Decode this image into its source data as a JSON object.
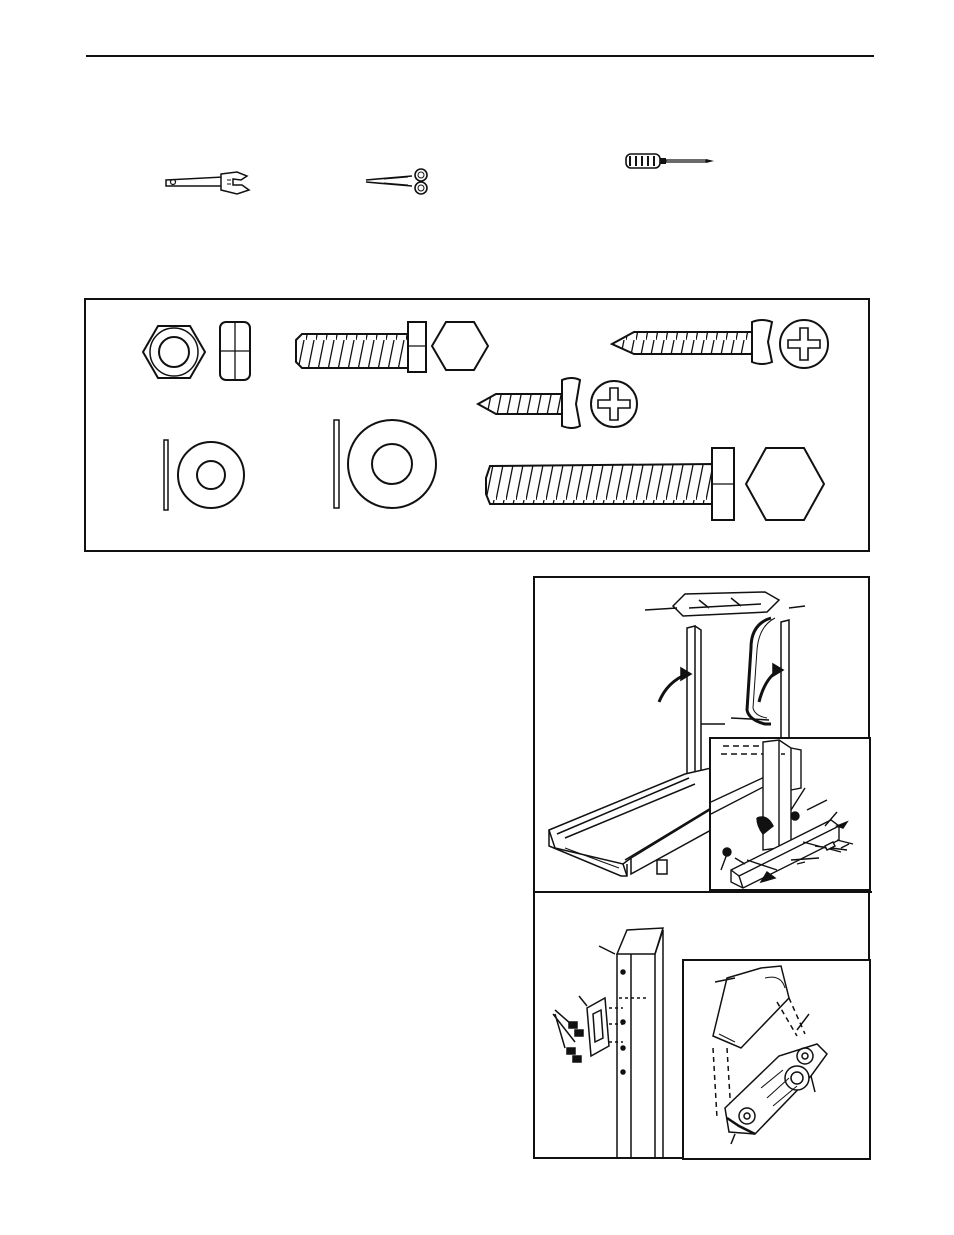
{
  "page": {
    "tools": [
      {
        "name": "adjustable-wrench",
        "icon": "wrench-icon"
      },
      {
        "name": "scissors",
        "icon": "scissors-icon"
      },
      {
        "name": "phillips-screwdriver",
        "icon": "screwdriver-icon"
      }
    ],
    "hardware": [
      {
        "name": "nut",
        "icon": "hex-nut-icon"
      },
      {
        "name": "hex-bolt-short",
        "icon": "hex-bolt-icon"
      },
      {
        "name": "phillips-screw-long",
        "icon": "phillips-screw-icon"
      },
      {
        "name": "phillips-screw-short",
        "icon": "phillips-screw-icon"
      },
      {
        "name": "small-washer",
        "icon": "washer-icon"
      },
      {
        "name": "large-washer",
        "icon": "washer-icon"
      },
      {
        "name": "hex-bolt-long",
        "icon": "hex-bolt-icon"
      }
    ],
    "figures": [
      {
        "name": "upright-assembly",
        "icon": "treadmill-diagram-icon"
      },
      {
        "name": "base-attachment-detail",
        "icon": "base-detail-icon"
      },
      {
        "name": "upright-bracket",
        "icon": "bracket-diagram-icon"
      },
      {
        "name": "console-assembly",
        "icon": "console-diagram-icon"
      }
    ]
  }
}
